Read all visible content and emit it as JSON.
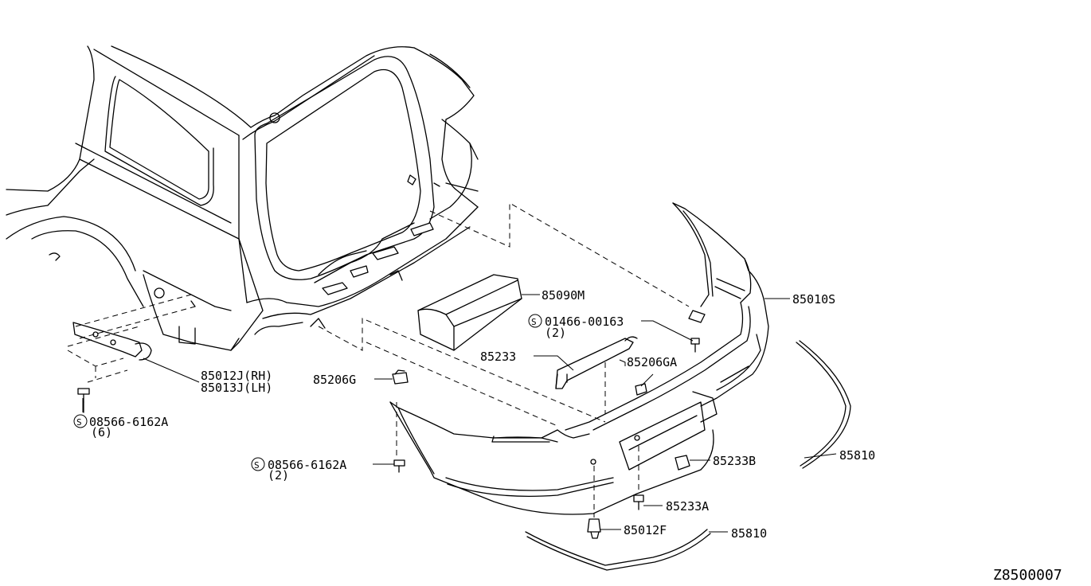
{
  "diagram_id": "Z8500007",
  "labels": {
    "p85090M": "85090M",
    "p85010S": "85010S",
    "p01466": "01466-00163",
    "p01466_qty": "(2)",
    "p85233": "85233",
    "p85206GA": "85206GA",
    "p85206G": "85206G",
    "p85012J": "85012J(RH)",
    "p85013J": "85013J(LH)",
    "p08566_top": "08566-6162A",
    "p08566_top_qty": "(6)",
    "p08566_mid": "08566-6162A",
    "p08566_mid_qty": "(2)",
    "p85233B": "85233B",
    "p85810_right": "85810",
    "p85233A": "85233A",
    "p85012F": "85012F",
    "p85810_bottom": "85810",
    "screw_symbol": "S"
  }
}
